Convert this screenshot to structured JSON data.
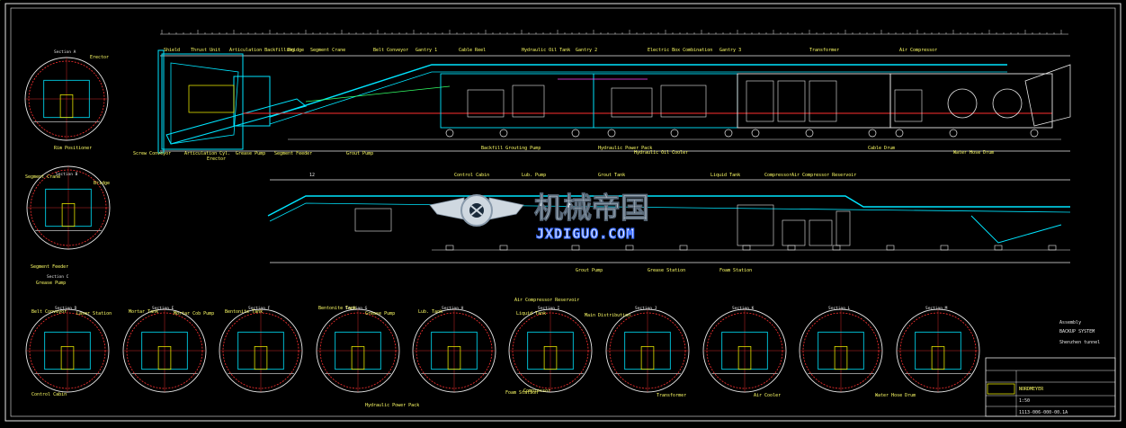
{
  "colors": {
    "background": "#000000",
    "frame": "#f0f0f0",
    "cyan": "#00e5ff",
    "yellow": "#ffff00",
    "red": "#ff3030",
    "green": "#33ff66",
    "white": "#e8e8e8",
    "blue": "#3a6cff",
    "magenta": "#ff44ff"
  },
  "watermark": {
    "cn_text": "机械帝国",
    "url": "JXDIGUO.COM",
    "logo_icon": "gear-wings-logo-icon"
  },
  "main_elevation": {
    "labels_top": [
      "Shield",
      "Thrust Unit",
      "Articulation Backfilling",
      "Bridge",
      "Segment Crane",
      "Belt Conveyor",
      "Gantry 1",
      "Cable Reel",
      "Hydraulic Oil Tank",
      "Gantry 2",
      "Electric Box Combination",
      "Gantry 3",
      "Transformer",
      "Air Compressor"
    ],
    "labels_bottom": [
      "Screw Conveyor",
      "Articulation Cyl.",
      "Erector",
      "Grease Pump",
      "Segment Feeder",
      "Grout Pump",
      "Backfill Grouting Pump",
      "Hydraulic Power Pack",
      "Hydraulic Oil Cooler",
      "Cable Drum",
      "Water Hose Drum"
    ]
  },
  "top_view": {
    "labels_top": [
      "Control Cabin",
      "Lub. Pump",
      "Grout Tank",
      "Liquid Tank",
      "Compressor",
      "Air Compressor Reservoir"
    ],
    "labels_bottom": [
      "Grout Pump",
      "Grease Station",
      "Foam Station"
    ],
    "number_marker": "12"
  },
  "left_sections": [
    {
      "title": "Section A",
      "labels": [
        "Erector",
        "Rim Positioner"
      ]
    },
    {
      "title": "Section B",
      "labels": [
        "Segment Crane",
        "Bridge",
        "Segment Feeder"
      ]
    },
    {
      "title": "Section C",
      "labels": [
        "Grease Pump"
      ]
    }
  ],
  "bottom_sections": [
    {
      "title": "Section D",
      "labels": [
        "Belt Conveyor",
        "Laser Station",
        "Control Cabin"
      ]
    },
    {
      "title": "Section E",
      "labels": [
        "Mortar Tank",
        "Mortar Cob Pump"
      ]
    },
    {
      "title": "Section F",
      "labels": [
        "Bentonite Tank"
      ]
    },
    {
      "title": "Section G",
      "labels": [
        "Bentonite Tank",
        "Grease Pump",
        "Hydraulic Power Pack"
      ]
    },
    {
      "title": "Section H",
      "labels": [
        "Lub. Tank"
      ]
    },
    {
      "title": "Section I",
      "labels": [
        "Air Compressor Reservoir",
        "Liquid Tank",
        "Compressor",
        "Foam Station"
      ]
    },
    {
      "title": "Section J",
      "labels": [
        "Main Distribution",
        "Transformer"
      ]
    },
    {
      "title": "Section K",
      "labels": [
        "Air Cooler"
      ]
    },
    {
      "title": "Section L",
      "labels": []
    },
    {
      "title": "Section M",
      "labels": [
        "Water Hose Drum"
      ]
    }
  ],
  "title_block": {
    "assembly_label": "Assembly",
    "system_name": "BACKUP SYSTEM",
    "project": "Shenzhen tunnel",
    "drawing_number": "1113-006-000-00.1A",
    "company": "NORDMEYER",
    "scale": "1:50"
  }
}
